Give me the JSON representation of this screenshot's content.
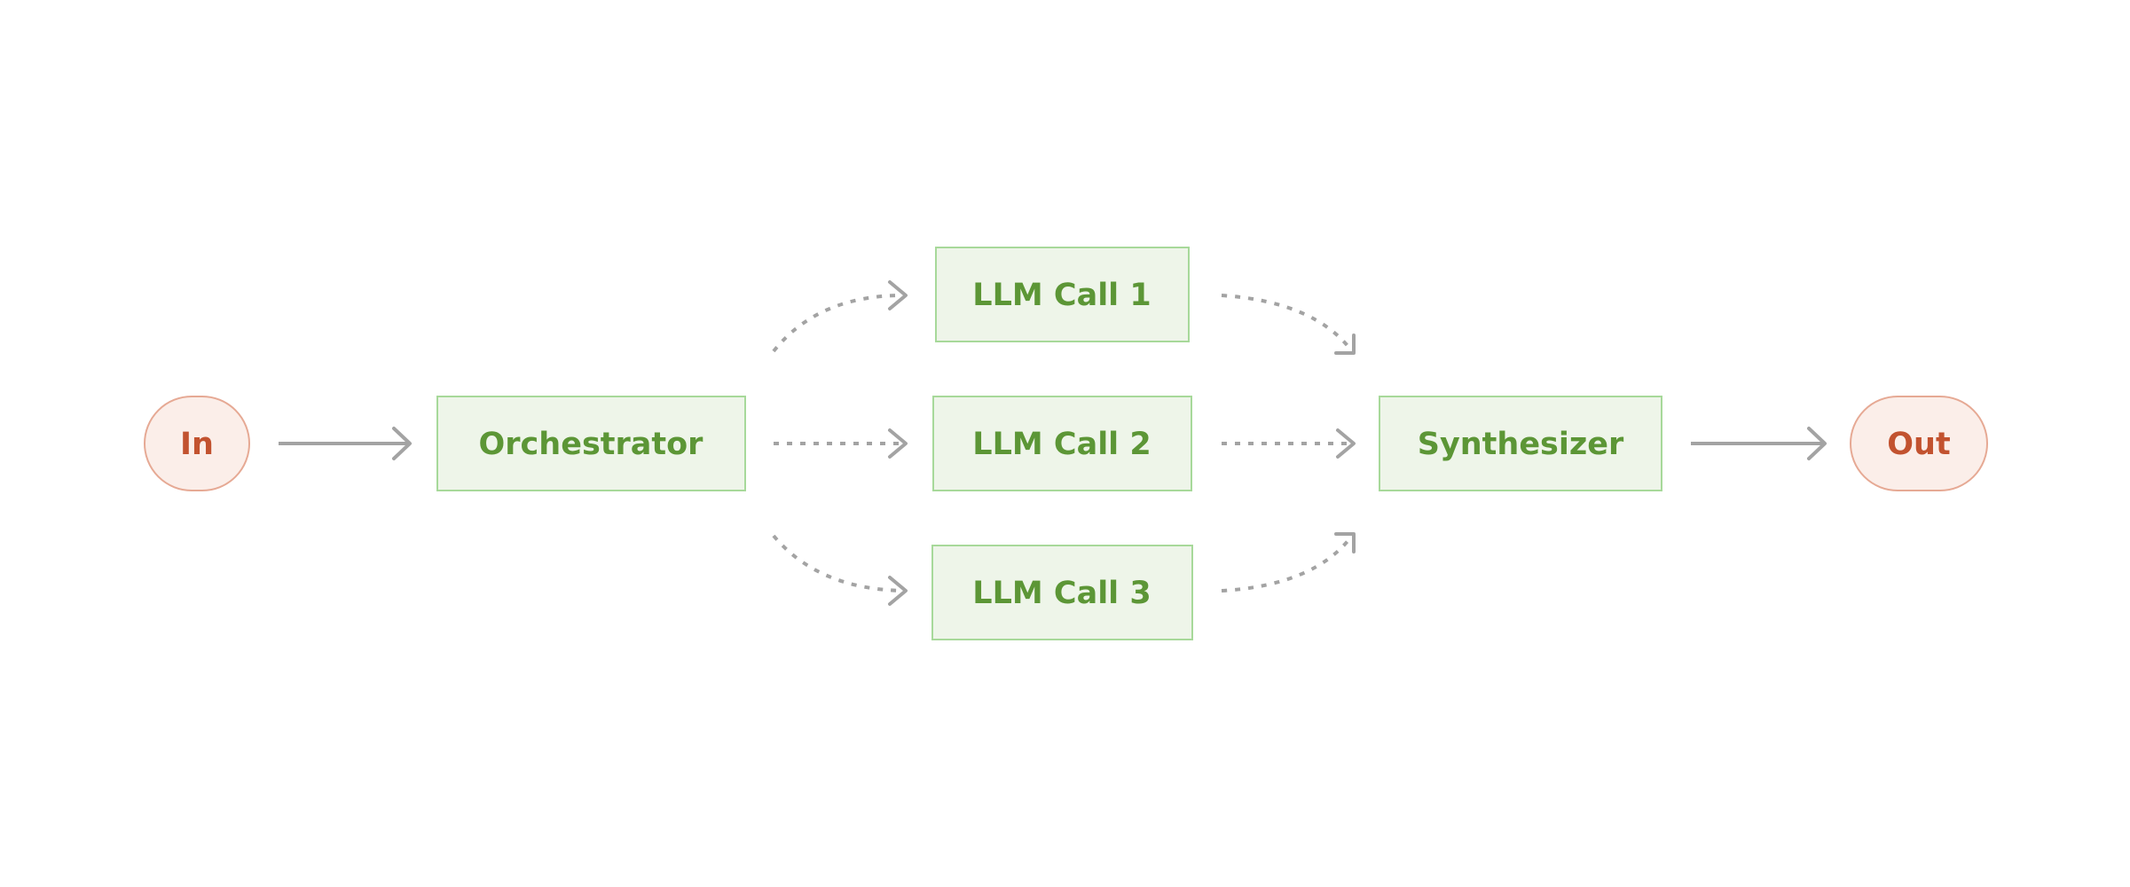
{
  "nodes": {
    "input": "In",
    "orchestrator": "Orchestrator",
    "llm_call_1": "LLM Call 1",
    "llm_call_2": "LLM Call 2",
    "llm_call_3": "LLM Call 3",
    "synthesizer": "Synthesizer",
    "output": "Out"
  },
  "colors": {
    "terminal_fill": "#fbeee9",
    "terminal_stroke": "#e6a994",
    "terminal_text": "#c2522f",
    "box_fill": "#eef5e9",
    "box_stroke": "#a7d99a",
    "box_text": "#5c9636",
    "arrow": "#a3a3a3"
  }
}
